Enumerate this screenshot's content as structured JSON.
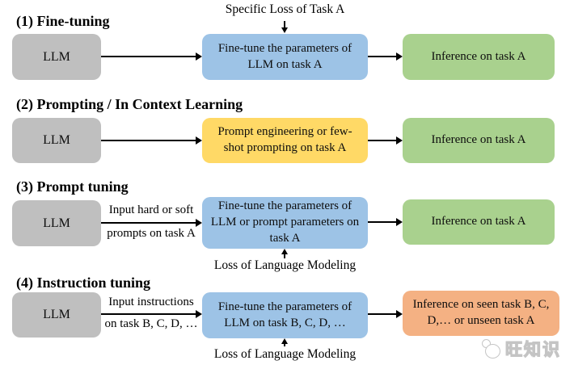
{
  "colors": {
    "llm_box": "#bfbfbf",
    "finetune_box": "#9dc3e6",
    "prompting_box": "#ffd966",
    "inference_box": "#a9d18e",
    "inference_multi_box": "#f4b183"
  },
  "rows": [
    {
      "title": "(1) Fine-tuning",
      "llm_label": "LLM",
      "top_note": "Specific Loss of Task A",
      "middle_label": "Fine-tune the parameters of LLM on task A",
      "right_label": "Inference on task A"
    },
    {
      "title": "(2) Prompting / In Context Learning",
      "llm_label": "LLM",
      "middle_label": "Prompt engineering or few-shot prompting on task A",
      "right_label": "Inference on task A"
    },
    {
      "title": "(3) Prompt tuning",
      "llm_label": "LLM",
      "arrow_label_top": "Input hard or soft",
      "arrow_label_bottom": "prompts on task A",
      "middle_label": "Fine-tune the parameters of LLM or prompt parameters on task A",
      "right_label": "Inference on task A",
      "bottom_note": "Loss of Language Modeling"
    },
    {
      "title": "(4) Instruction tuning",
      "llm_label": "LLM",
      "arrow_label_top": "Input instructions",
      "arrow_label_bottom": "on task B, C, D, …",
      "middle_label": "Fine-tune the parameters of LLM on task B, C, D, …",
      "right_label": "Inference on seen task B, C, D,… or unseen task A",
      "bottom_note": "Loss of Language Modeling"
    }
  ],
  "watermark": {
    "text": "旺知识"
  }
}
